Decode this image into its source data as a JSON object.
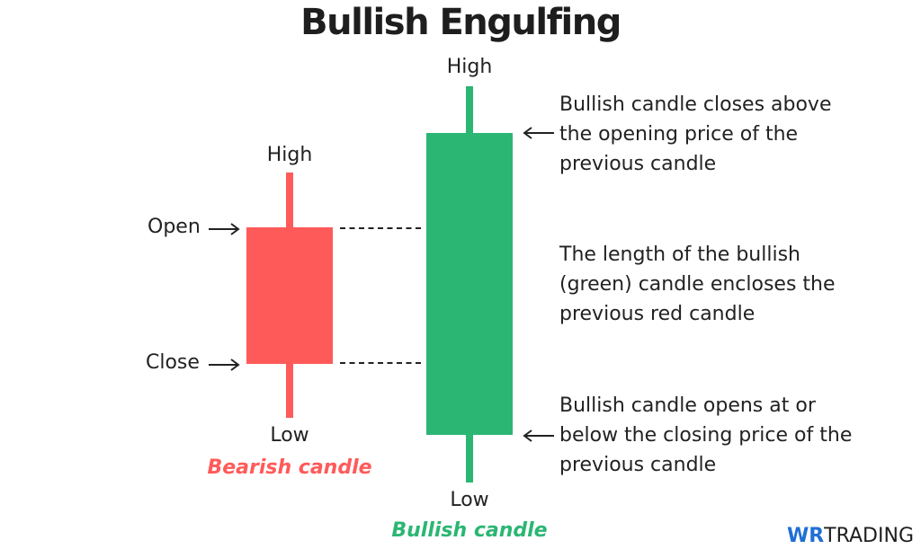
{
  "title": "Bullish Engulfing",
  "bearish": {
    "high_label": "High",
    "low_label": "Low",
    "open_label": "Open",
    "close_label": "Close",
    "caption": "Bearish candle",
    "color": "#ff5a5a"
  },
  "bullish": {
    "high_label": "High",
    "low_label": "Low",
    "caption": "Bullish candle",
    "color": "#2bb673"
  },
  "notes": {
    "top": [
      "Bullish candle closes above",
      "the opening price of the",
      "previous candle"
    ],
    "middle": [
      "The length of the bullish",
      "(green) candle encloses the",
      "previous red candle"
    ],
    "bottom": [
      "Bullish candle opens at or",
      "below the closing price of the",
      "previous candle"
    ]
  },
  "logo": {
    "mark": "WR",
    "text": "TRADING",
    "accent": "#1f6fd6"
  }
}
